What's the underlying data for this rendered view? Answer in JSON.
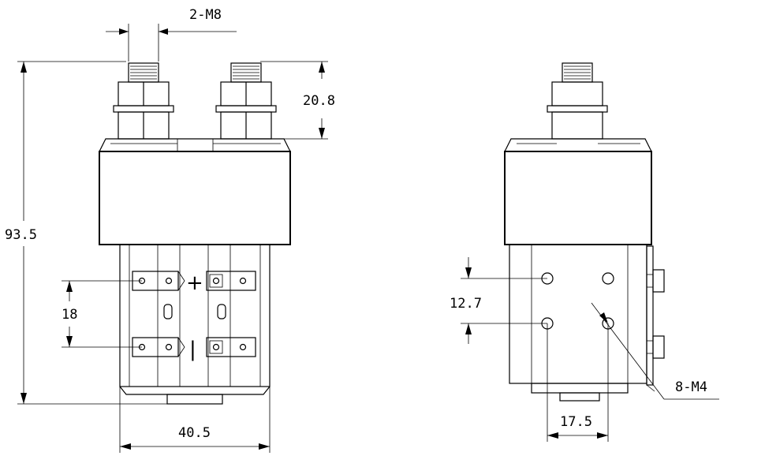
{
  "diagram": {
    "front_view": {
      "dimensions": {
        "terminal_thread": "2-M8",
        "stud_height": "20.8",
        "overall_height": "93.5",
        "coil_pitch": "18",
        "width": "40.5"
      },
      "coil_markings": {
        "positive": "+",
        "negative": "|"
      }
    },
    "side_view": {
      "dimensions": {
        "hole_vertical_spacing": "12.7",
        "hole_horizontal_spacing": "17.5",
        "mounting_holes": "8-M4"
      }
    }
  }
}
